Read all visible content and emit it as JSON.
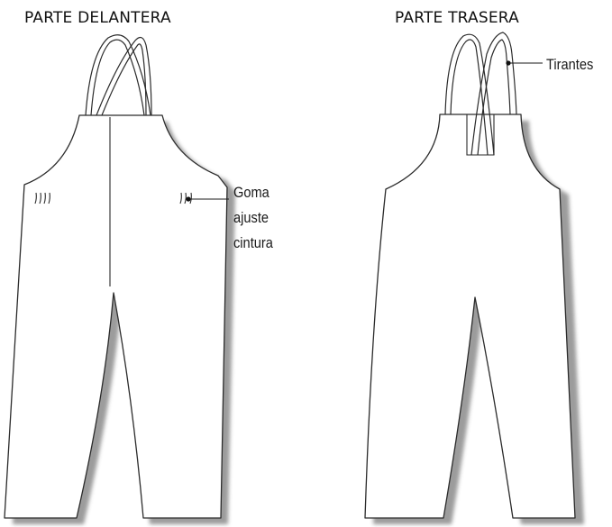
{
  "headings": {
    "front": "PARTE DELANTERA",
    "back": "PARTE TRASERA"
  },
  "callouts": {
    "goma": "Goma",
    "ajuste": "ajuste",
    "cintura": "cintura",
    "tirantes": "Tirantes"
  }
}
